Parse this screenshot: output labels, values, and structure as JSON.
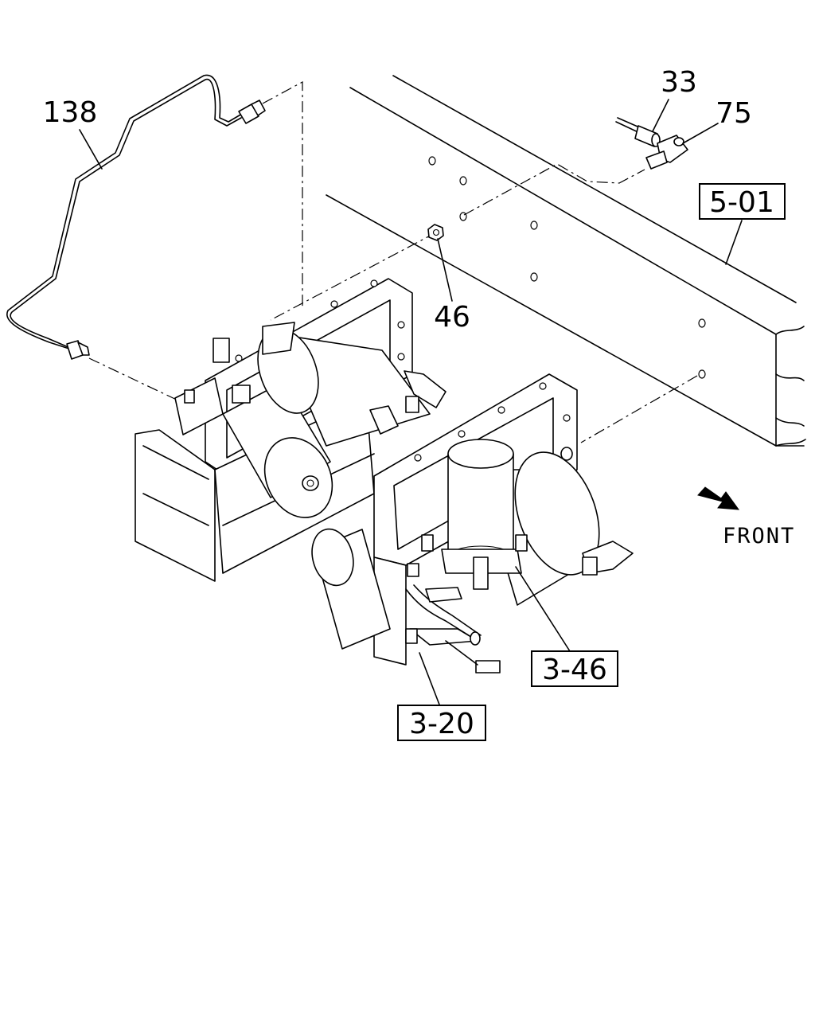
{
  "diagram": {
    "callouts": {
      "c138": "138",
      "c33": "33",
      "c75": "75",
      "c46": "46",
      "c501": "5-01",
      "c346": "3-46",
      "c320": "3-20"
    },
    "direction_label": "FRONT",
    "colors": {
      "line": "#000000",
      "background": "#ffffff"
    }
  }
}
